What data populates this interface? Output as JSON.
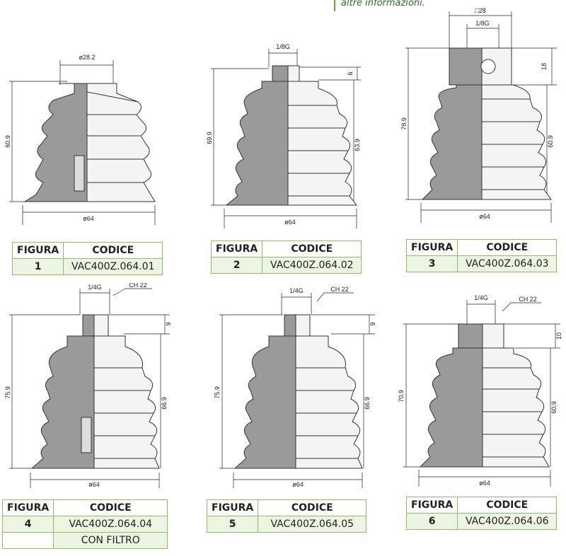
{
  "note": "altre informazioni.",
  "labels": {
    "fig": "FIGURA",
    "code": "CODICE"
  },
  "figures": [
    {
      "number": "1",
      "code": "VAC400Z.064.01",
      "dims": {
        "top": "ø28.2",
        "height": "60.9",
        "base": "ø64"
      }
    },
    {
      "number": "2",
      "code": "VAC400Z.064.02",
      "dims": {
        "thread": "1/8G",
        "small": "6",
        "height": "69.9",
        "inner": "63.9",
        "base": "ø64"
      }
    },
    {
      "number": "3",
      "code": "VAC400Z.064.03",
      "dims": {
        "square": "□28",
        "thread": "1/8G",
        "small": "18",
        "height": "78.9",
        "inner": "60.9",
        "base": "ø64"
      }
    },
    {
      "number": "4",
      "code": "VAC400Z.064.04",
      "extra": "CON FILTRO",
      "dims": {
        "thread": "1/4G",
        "hex": "CH 22",
        "small": "9",
        "height": "75.9",
        "inner": "66.9",
        "base": "ø64"
      }
    },
    {
      "number": "5",
      "code": "VAC400Z.064.05",
      "dims": {
        "thread": "1/4G",
        "hex": "CH 22",
        "small": "9",
        "height": "75.9",
        "inner": "66.9",
        "base": "ø64"
      }
    },
    {
      "number": "6",
      "code": "VAC400Z.064.06",
      "dims": {
        "thread": "1/4G",
        "hex": "CH 22",
        "small": "10",
        "height": "70.9",
        "inner": "60.9",
        "base": "ø64"
      }
    }
  ]
}
